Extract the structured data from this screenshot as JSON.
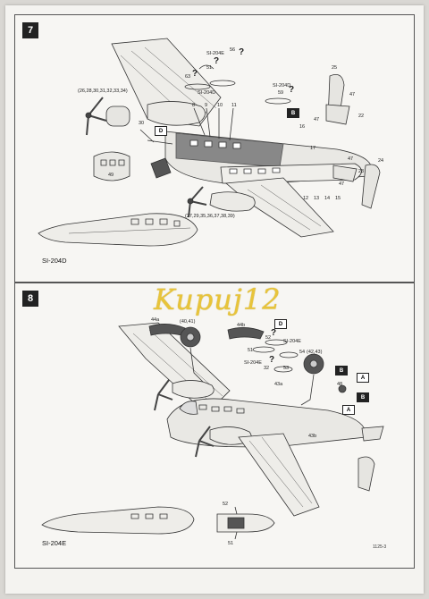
{
  "steps": {
    "step7": {
      "number": "7",
      "variant_label": "SI-204D",
      "labels": {
        "si204e_top": "SI-204E",
        "p56": "56",
        "p51": "51",
        "p63": "63",
        "si204d_left": "SI-204D",
        "si204d_right": "SI-204D",
        "p59": "59",
        "p25": "25",
        "p47a": "47",
        "p22": "22",
        "p47b": "47",
        "group_left": "(26,28,30,31,32,33,34)",
        "p30": "30",
        "p8": "8",
        "p9": "9",
        "p10": "10",
        "p11": "11",
        "p16": "16",
        "p17": "17",
        "p49": "49",
        "p47c": "47",
        "p23": "23",
        "p24": "24",
        "p47d": "47",
        "p12": "12",
        "p13": "13",
        "p14": "14",
        "p15": "15",
        "group_bottom": "(27,29,35,36,37,38,39)"
      },
      "marks": {
        "b_right": "B",
        "d_left": "D"
      }
    },
    "step8": {
      "number": "8",
      "variant_label": "SI-204E",
      "labels": {
        "p44a": "44a",
        "p4041": "(40,41)",
        "p44b": "44b",
        "p52": "52",
        "p51": "51",
        "si204e_mid": "SI-204E",
        "p54": "54",
        "p4243": "(42,43)",
        "si204e_lower": "SI-204E",
        "p32": "32",
        "p53": "53",
        "p43a": "43a",
        "p48": "48",
        "p43b": "43b",
        "p52b": "52",
        "p51b": "51",
        "code": "1125-3"
      },
      "marks": {
        "d_top": "D",
        "b_right": "B",
        "a_right_top": "A",
        "b_right_mid": "B",
        "a_right_low": "A"
      }
    }
  },
  "watermark": "Kupuj12"
}
